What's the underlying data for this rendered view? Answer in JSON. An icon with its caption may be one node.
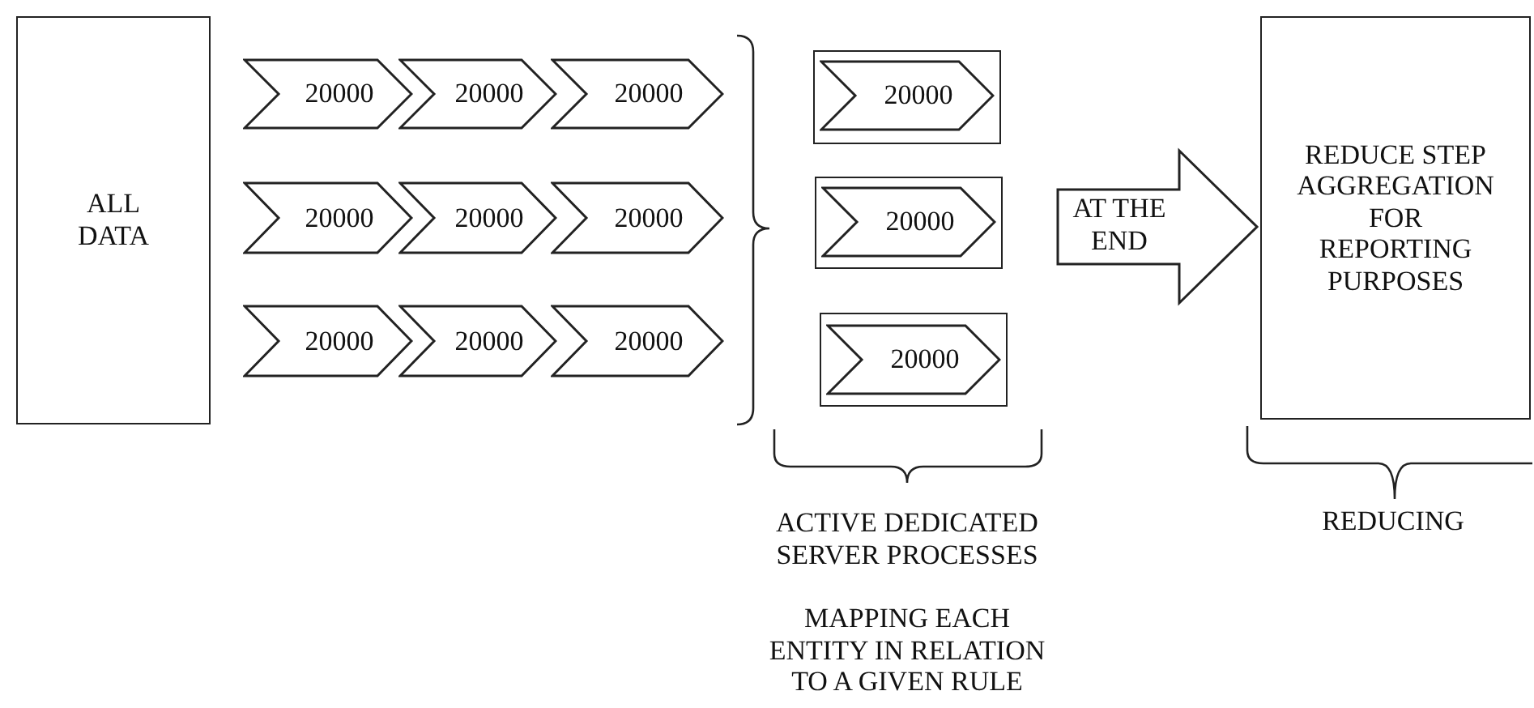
{
  "diagram": {
    "nodes": [
      {
        "text": [
          "ALL DATA"
        ]
      },
      {
        "text": [
          "20000"
        ]
      },
      {
        "text": [
          "20000"
        ]
      },
      {
        "text": [
          "20000"
        ]
      },
      {
        "text": [
          "20000"
        ]
      },
      {
        "text": [
          "20000"
        ]
      },
      {
        "text": [
          "20000"
        ]
      },
      {
        "text": [
          "20000"
        ]
      },
      {
        "text": [
          "20000"
        ]
      },
      {
        "text": [
          "20000"
        ]
      },
      {
        "text": [],
        "shape": "box"
      },
      {
        "text": [
          "20000"
        ],
        "in": 10
      },
      {
        "text": [],
        "shape": "box"
      },
      {
        "text": [
          "20000"
        ],
        "in": 12
      },
      {
        "text": [],
        "shape": "box"
      },
      {
        "text": [
          "20000"
        ],
        "in": 14
      },
      {
        "text": [
          "REDUCE STEP AGGREGATION FOR REPORTING PURPOSES"
        ]
      }
    ],
    "edges": [
      {
        "from": 12,
        "to": 16,
        "arrow": "to",
        "label": "AT THE END",
        "style": "thick"
      }
    ],
    "labels": [
      "ACTIVE DEDICATED SERVER PROCESSES",
      "MAPPING EACH ENTITY IN RELATION TO A GIVEN RULE",
      "REDUCING"
    ]
  }
}
